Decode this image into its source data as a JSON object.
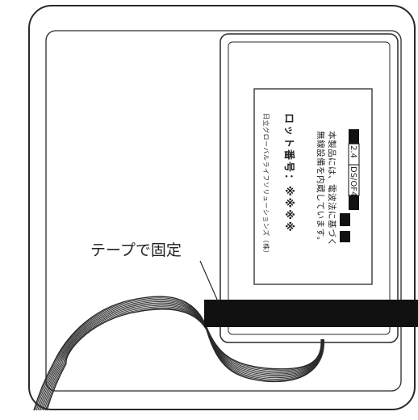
{
  "callout": {
    "text": "テープで固定"
  },
  "device_label": {
    "wireless_code": {
      "prefix": "2.4",
      "suffix": "DS/OF4"
    },
    "notice_line1": "本製品には、電波法に基づく",
    "notice_line2": "無線設備を内蔵しています。",
    "lot_number": "ロット番号：※※※※",
    "manufacturer": "日立グローバルライフソリューションズ（株）"
  },
  "colors": {
    "line": "#2a2a2a",
    "tape": "#111111",
    "wall": "#ffffff"
  }
}
